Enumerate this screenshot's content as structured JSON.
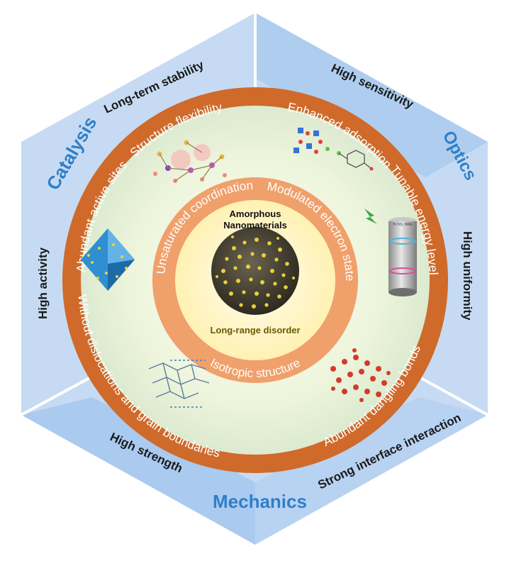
{
  "center": {
    "title_line1": "Amorphous",
    "title_line2": "Nanomaterials",
    "subtitle": "Long-range disorder"
  },
  "inner_ring": {
    "top_left": "Unsaturated coordination",
    "top_right": "Modulated electron state",
    "bottom": "Isotropic structure"
  },
  "outer_ring": {
    "structure_flexibility": "Structure flexibility",
    "enhanced_adsorption": "Enhanced adsorption",
    "abundant_active_sites": "Abundant active sites",
    "tunable_energy_level": "Tunable energy level",
    "without_dislocations": "Without dislocations and grain boundaries",
    "abundant_dangling_bonds": "Abundant dangling bonds"
  },
  "hexagon": {
    "catalysis": "Catalysis",
    "optics": "Optics",
    "mechanics": "Mechanics"
  },
  "outer_properties": {
    "long_term_stability": "Long-term stability",
    "high_sensitivity": "High sensitivity",
    "high_activity": "High activity",
    "high_uniformity": "High uniformity",
    "high_strength": "High strength",
    "strong_interface": "Strong interface interaction"
  },
  "cylinder_label": "H-TiO₂ NWs",
  "colors": {
    "hex_light": "#c6dbf3",
    "hex_dark": "#9ec3ec",
    "brand_blue": "#2f7fc8",
    "orange_ring": "#cf6a2b",
    "inner_ring": "#f0a06b",
    "disk_green": "#e7f0d6",
    "center_yellow": "#fff3b8"
  }
}
